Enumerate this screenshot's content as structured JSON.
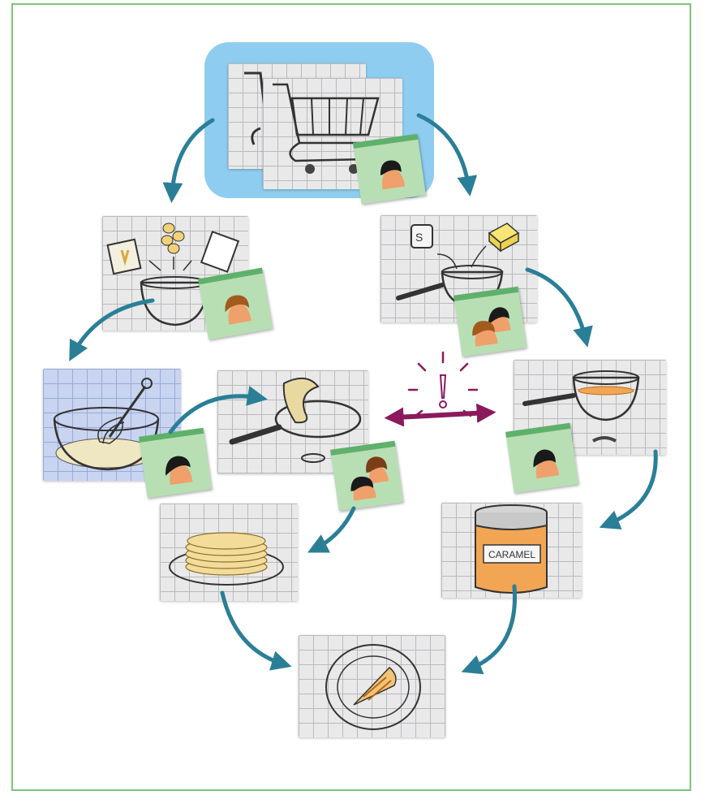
{
  "diagram": {
    "colors": {
      "frame": "#7cc576",
      "arrow": "#2a7f97",
      "conflict": "#8b1a5c",
      "highlight": "#8fcdf0",
      "note": "#b8dfb4",
      "note_tab": "#5fb06b",
      "skin": "#f0a06a",
      "hair_dark": "#1a1a1a",
      "hair_brown": "#a35a1d",
      "caramel": "#f2a654"
    },
    "cards": [
      {
        "id": "shopping",
        "icon": "shopping-cart-icon"
      },
      {
        "id": "dry-ingredients",
        "icon": "flour-eggs-milk-bowl-icon"
      },
      {
        "id": "sugar-butter-pan",
        "icon": "sugar-butter-pan-icon"
      },
      {
        "id": "whisk-batter",
        "icon": "whisk-bowl-icon"
      },
      {
        "id": "cook-crepe",
        "icon": "crepe-pan-icon"
      },
      {
        "id": "caramel-pan",
        "icon": "caramel-saucepan-icon"
      },
      {
        "id": "crepe-stack",
        "icon": "crepe-stack-plate-icon"
      },
      {
        "id": "caramel-jar",
        "icon": "caramel-jar-icon"
      },
      {
        "id": "served-crepe",
        "icon": "crepe-slice-plate-icon"
      }
    ],
    "jar_label": "CARAMEL",
    "conflict_icon": "exclamation-alert-icon"
  }
}
